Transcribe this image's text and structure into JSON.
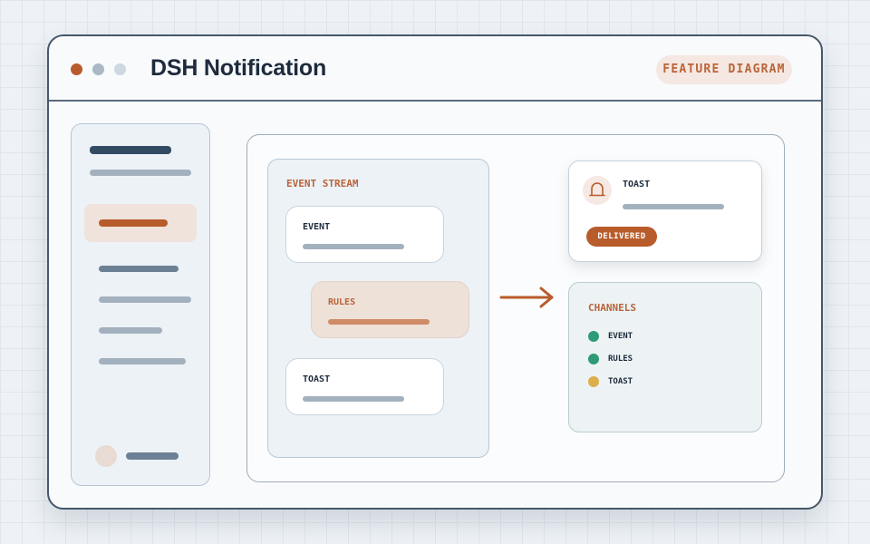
{
  "window": {
    "title": "DSH Notification",
    "badge": "FEATURE DIAGRAM",
    "controls": [
      "close",
      "minimize",
      "maximize"
    ]
  },
  "diagram": {
    "stream": {
      "title": "EVENT STREAM",
      "steps": [
        "EVENT",
        "RULES",
        "TOAST"
      ]
    },
    "toast": {
      "title": "TOAST",
      "icon": "bell-icon",
      "status": "DELIVERED"
    },
    "channels": {
      "title": "CHANNELS",
      "items": [
        {
          "label": "EVENT",
          "color": "#2f9a76"
        },
        {
          "label": "RULES",
          "color": "#2f9a76"
        },
        {
          "label": "TOAST",
          "color": "#deae4a"
        }
      ]
    }
  },
  "colors": {
    "accent": "#b85c2c",
    "title_text": "#1d2b3c",
    "border": "#46586a",
    "success": "#2f9a76",
    "warning": "#deae4a"
  }
}
